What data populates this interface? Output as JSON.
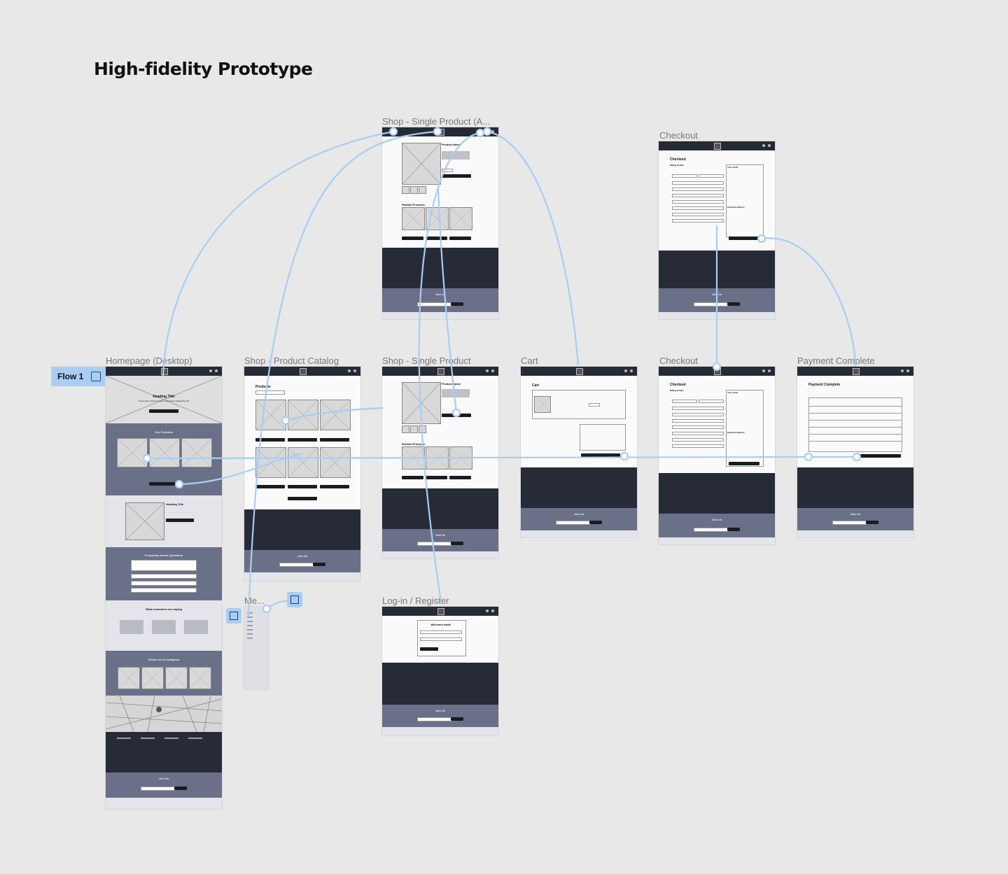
{
  "page": {
    "title": "High-fidelity Prototype"
  },
  "frames": {
    "homepage": {
      "label": "Homepage (Desktop)",
      "hero_title": "Heading Title",
      "hero_sub": "Lorem ipsum dolor sit amet, consectetur adipiscing elit.",
      "products_heading": "Our Products",
      "feature_heading": "Heading Title",
      "faq_heading": "Frequently Asked Questions",
      "testimonials_heading": "What customers are saying",
      "instagram_heading": "Follow us on Instagram",
      "join_heading": "Join Us"
    },
    "catalog": {
      "label": "Shop - Product Catalog",
      "heading": "Products",
      "join_heading": "Join Us"
    },
    "single_product_a": {
      "label": "Shop - Single Product (A...",
      "product_name": "Product Name",
      "related": "Related Products",
      "join_heading": "Join Us"
    },
    "single_product": {
      "label": "Shop - Single Product",
      "product_name": "Product Name",
      "related": "Related Products",
      "join_heading": "Join Us"
    },
    "cart": {
      "label": "Cart",
      "heading": "Cart",
      "join_heading": "Join Us"
    },
    "checkout_top": {
      "label": "Checkout",
      "heading": "Checkout",
      "billing": "Billing Details",
      "order": "Your Order",
      "payment": "Payment Options",
      "join_heading": "Join Us"
    },
    "checkout": {
      "label": "Checkout",
      "heading": "Checkout",
      "billing": "Billing Details",
      "order": "Your Order",
      "payment": "Payment Options",
      "join_heading": "Join Us"
    },
    "payment_complete": {
      "label": "Payment Complete",
      "heading": "Payment Complete",
      "join_heading": "Join Us"
    },
    "menu": {
      "label": "Me..."
    },
    "login": {
      "label": "Log-in / Register",
      "heading": "Welcome back!",
      "join_heading": "Join Us"
    }
  },
  "flow": {
    "label": "Flow 1"
  },
  "colors": {
    "canvas": "#e8e8e8",
    "wire": "#a9cdf3",
    "dark": "#272b38",
    "slate": "#6b7089"
  }
}
